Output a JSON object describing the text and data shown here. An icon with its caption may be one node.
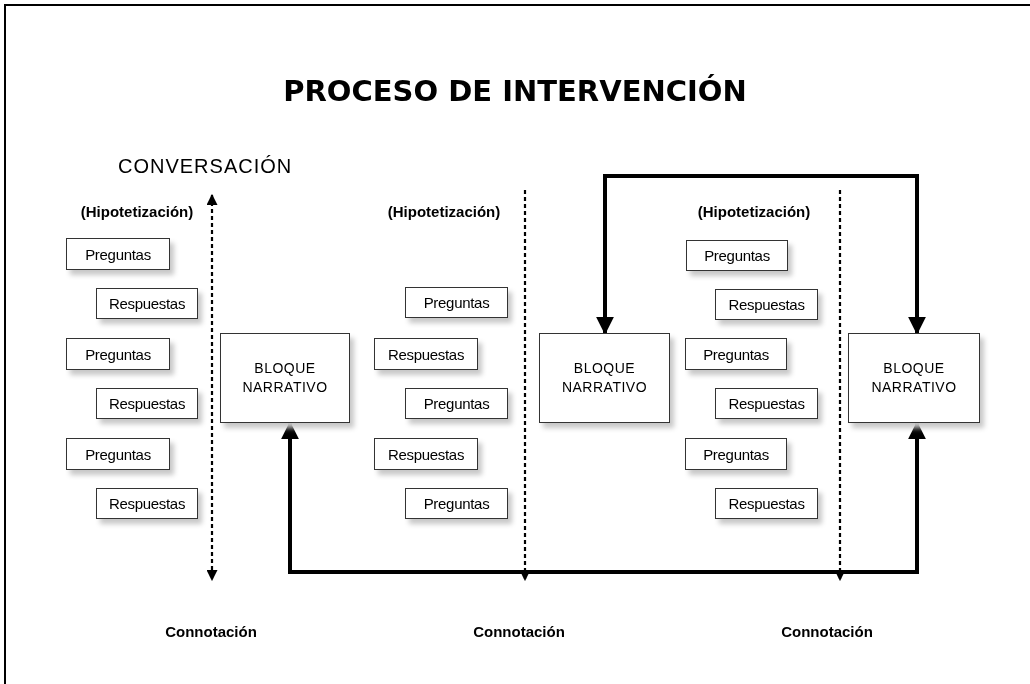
{
  "diagram": {
    "title": "PROCESO DE INTERVENCIÓN",
    "nodes": [
      {
        "text": [
          "Preguntas"
        ]
      },
      {
        "text": [
          "Respuestas"
        ]
      },
      {
        "text": [
          "Preguntas"
        ]
      },
      {
        "text": [
          "Respuestas"
        ]
      },
      {
        "text": [
          "Preguntas"
        ]
      },
      {
        "text": [
          "Respuestas"
        ]
      },
      {
        "text": [
          "BLOQUE NARRATIVO"
        ]
      },
      {
        "text": [
          "Preguntas"
        ]
      },
      {
        "text": [
          "Respuestas"
        ]
      },
      {
        "text": [
          "Preguntas"
        ]
      },
      {
        "text": [
          "Respuestas"
        ]
      },
      {
        "text": [
          "Preguntas"
        ]
      },
      {
        "text": [
          "BLOQUE NARRATIVO"
        ]
      },
      {
        "text": [
          "Preguntas"
        ]
      },
      {
        "text": [
          "Respuestas"
        ]
      },
      {
        "text": [
          "Preguntas"
        ]
      },
      {
        "text": [
          "Respuestas"
        ]
      },
      {
        "text": [
          "Preguntas"
        ]
      },
      {
        "text": [
          "Respuestas"
        ]
      },
      {
        "text": [
          "BLOQUE NARRATIVO"
        ]
      }
    ],
    "edges": [
      {
        "from": 12,
        "to": 19,
        "arrow": "both"
      },
      {
        "from": 6,
        "to": 19,
        "arrow": "both"
      }
    ],
    "labels": [
      "CONVERSACIÓN",
      "(Hipotetización)",
      "(Hipotetización)",
      "(Hipotetización)",
      "Connotación",
      "Connotación",
      "Connotación"
    ]
  }
}
